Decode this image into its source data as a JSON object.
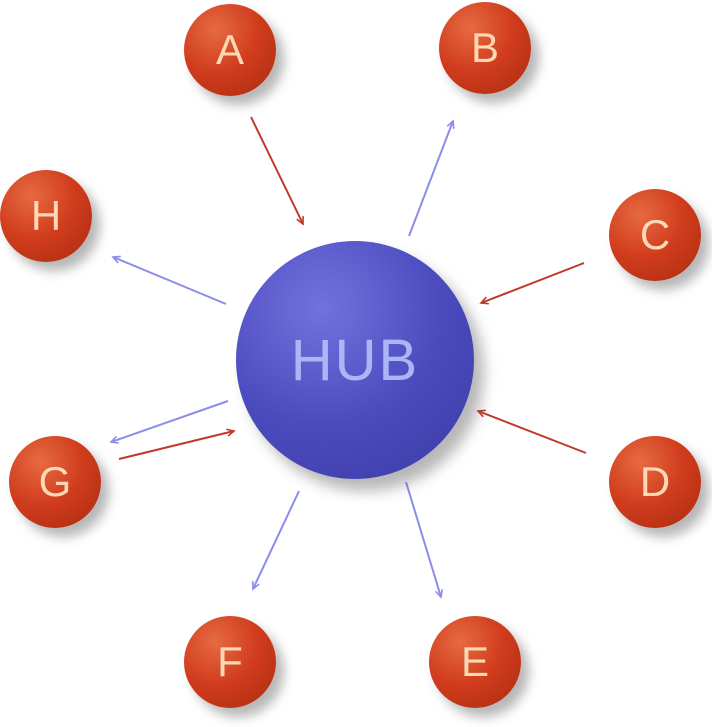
{
  "diagram": {
    "hub": {
      "label": "HUB"
    },
    "nodes": [
      {
        "id": "A",
        "label": "A"
      },
      {
        "id": "B",
        "label": "B"
      },
      {
        "id": "C",
        "label": "C"
      },
      {
        "id": "D",
        "label": "D"
      },
      {
        "id": "E",
        "label": "E"
      },
      {
        "id": "F",
        "label": "F"
      },
      {
        "id": "G",
        "label": "G"
      },
      {
        "id": "H",
        "label": "H"
      }
    ],
    "edges": [
      {
        "from": "A",
        "to": "HUB",
        "color": "red"
      },
      {
        "from": "HUB",
        "to": "B",
        "color": "blue"
      },
      {
        "from": "C",
        "to": "HUB",
        "color": "red"
      },
      {
        "from": "D",
        "to": "HUB",
        "color": "red"
      },
      {
        "from": "HUB",
        "to": "E",
        "color": "blue"
      },
      {
        "from": "HUB",
        "to": "F",
        "color": "blue"
      },
      {
        "from": "HUB",
        "to": "G",
        "color": "blue"
      },
      {
        "from": "G",
        "to": "HUB",
        "color": "red"
      },
      {
        "from": "HUB",
        "to": "H",
        "color": "blue"
      }
    ],
    "colors": {
      "node_fill": "#d03c1d",
      "node_label": "#ffd9b3",
      "hub_fill": "#4b4bbe",
      "hub_label": "#a9b7f4",
      "arrow_red": "#c0392b",
      "arrow_blue": "#8c8cec",
      "background": "#ffffff"
    }
  }
}
